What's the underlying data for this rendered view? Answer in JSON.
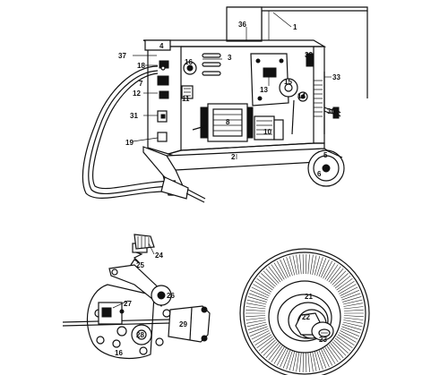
{
  "diagram": {
    "main_labels": {
      "l36": "36",
      "l1": "1",
      "l4": "4",
      "l3": "3",
      "l37": "37",
      "l18": "18",
      "l16a": "16",
      "l32": "32",
      "l33": "33",
      "l7": "7",
      "l12": "12",
      "l11": "11",
      "l13": "13",
      "l15": "15",
      "l14": "14",
      "l31": "31",
      "l8": "8",
      "l30": "30",
      "l10": "10",
      "l19": "19",
      "l2": "2",
      "l5": "5",
      "l6": "6"
    },
    "feed_labels": {
      "l24": "24",
      "l25": "25",
      "l26": "26",
      "l27": "27",
      "l28": "28",
      "l29": "29",
      "l16b": "16"
    },
    "reel_labels": {
      "l21": "21",
      "l22": "22",
      "l23": "23"
    }
  }
}
